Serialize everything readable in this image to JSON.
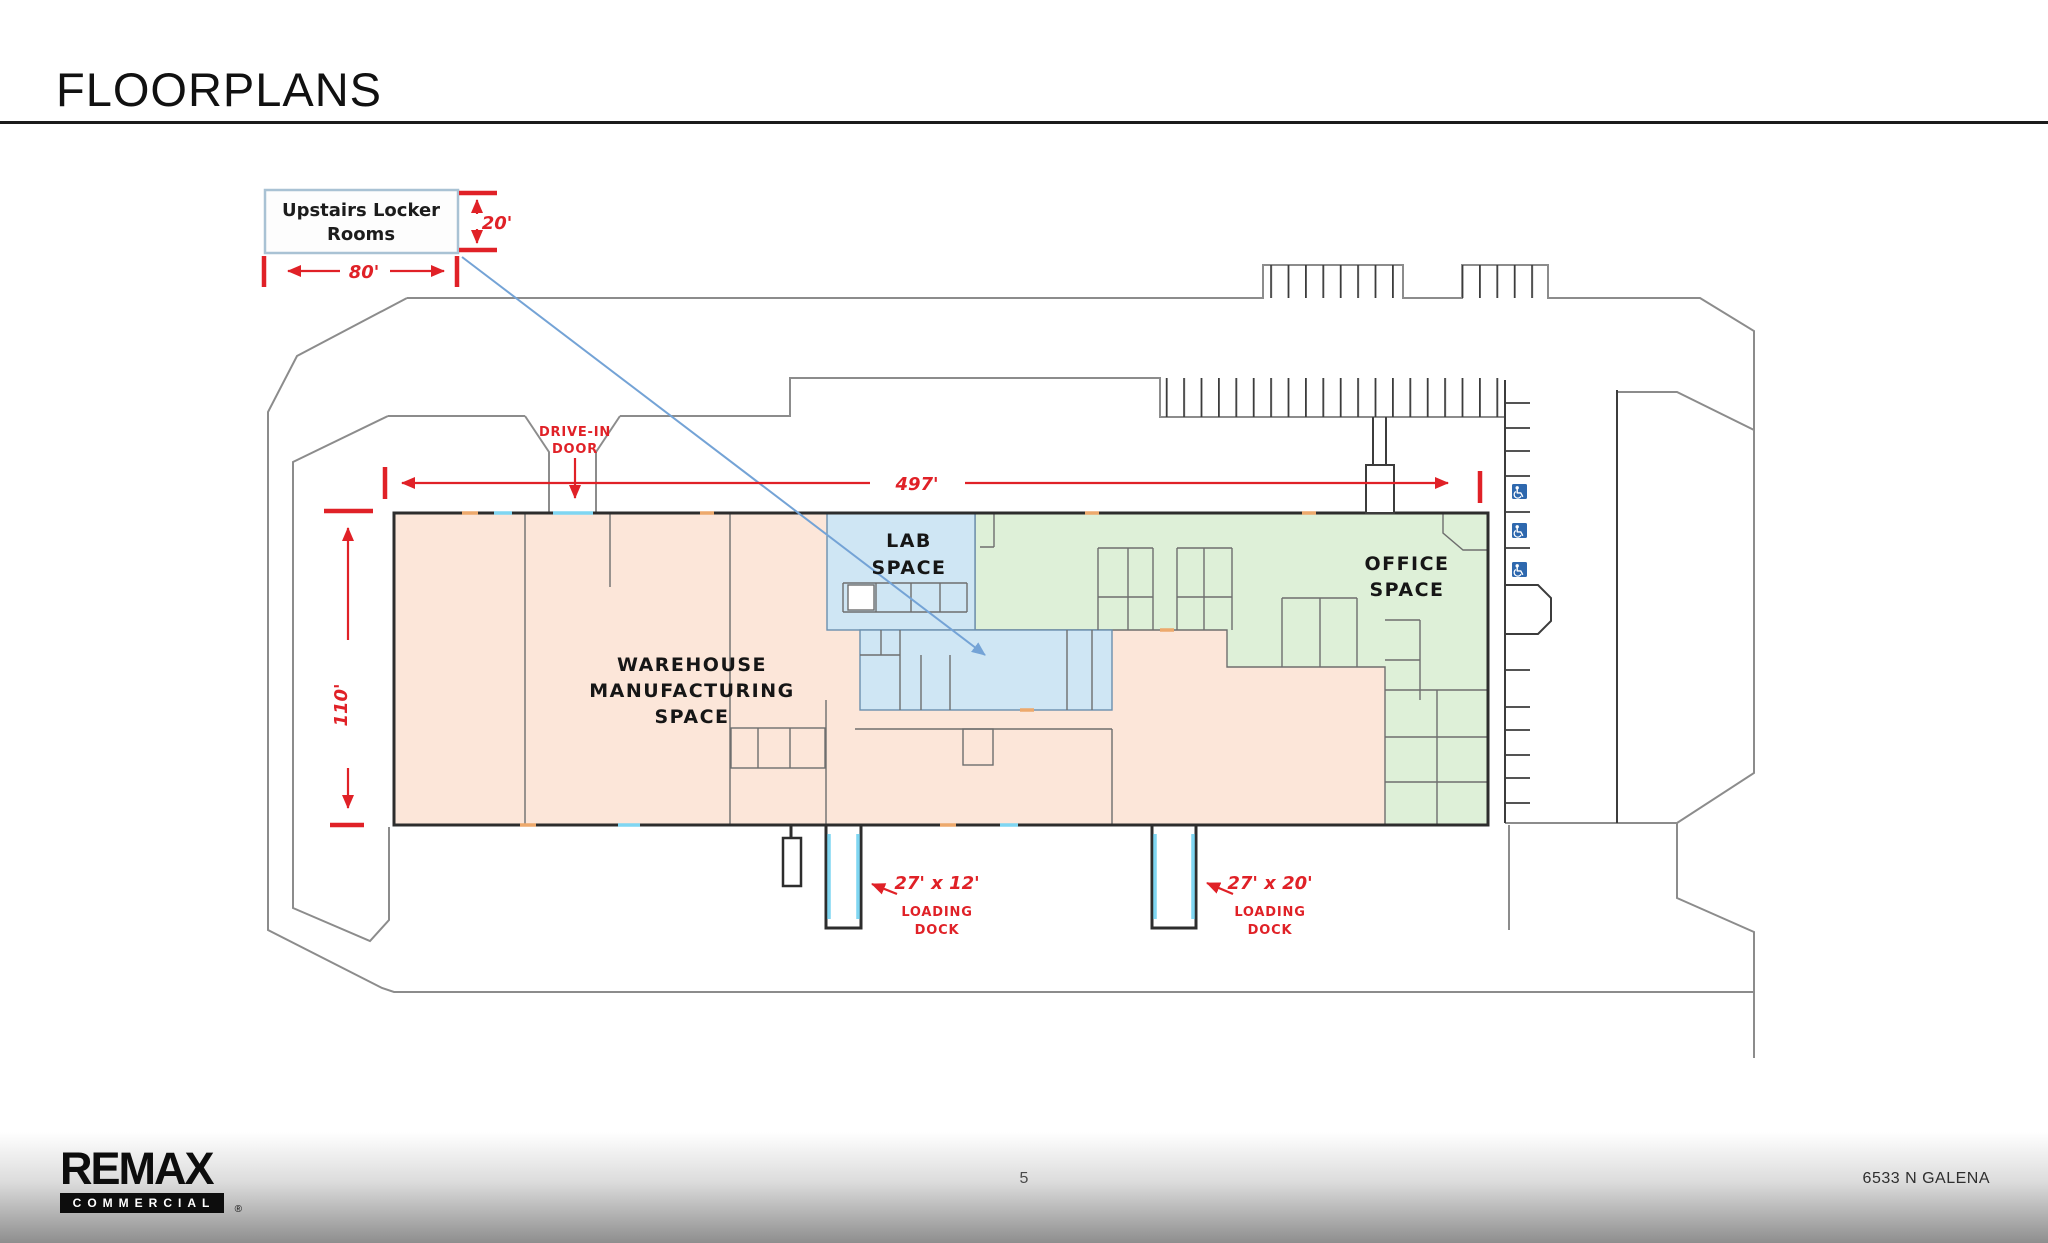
{
  "slide": {
    "title": "FLOORPLANS"
  },
  "floorplan": {
    "upstairs_box": {
      "lines": [
        "Upstairs Locker",
        "Rooms"
      ]
    },
    "dimensions": {
      "length": "497'",
      "depth": "110'",
      "locker_height": "20'",
      "locker_width": "80'"
    },
    "drive_in_door": {
      "lines": [
        "DRIVE-IN",
        "DOOR"
      ]
    },
    "zones": {
      "warehouse": {
        "lines": [
          "WAREHOUSE",
          "MANUFACTURING",
          "SPACE"
        ]
      },
      "lab": {
        "lines": [
          "LAB",
          "SPACE"
        ]
      },
      "office": {
        "lines": [
          "OFFICE",
          "SPACE"
        ]
      }
    },
    "docks": [
      {
        "size": "27' x 12'",
        "lines": [
          "LOADING",
          "DOCK"
        ]
      },
      {
        "size": "27' x 20'",
        "lines": [
          "LOADING",
          "DOCK"
        ]
      }
    ],
    "colors": {
      "warehouse": "#fce6d9",
      "lab": "#cfe6f4",
      "office": "#def0d8",
      "red": "#e02127",
      "blue_arrow": "#74a3d6",
      "cyan_door": "#7fd6f2",
      "wheelchair_blue": "#2e68ae"
    }
  },
  "footer": {
    "brand": "REMAX",
    "division": "COMMERCIAL",
    "registered": "®",
    "page_number": "5",
    "property_address": "6533 N GALENA"
  }
}
